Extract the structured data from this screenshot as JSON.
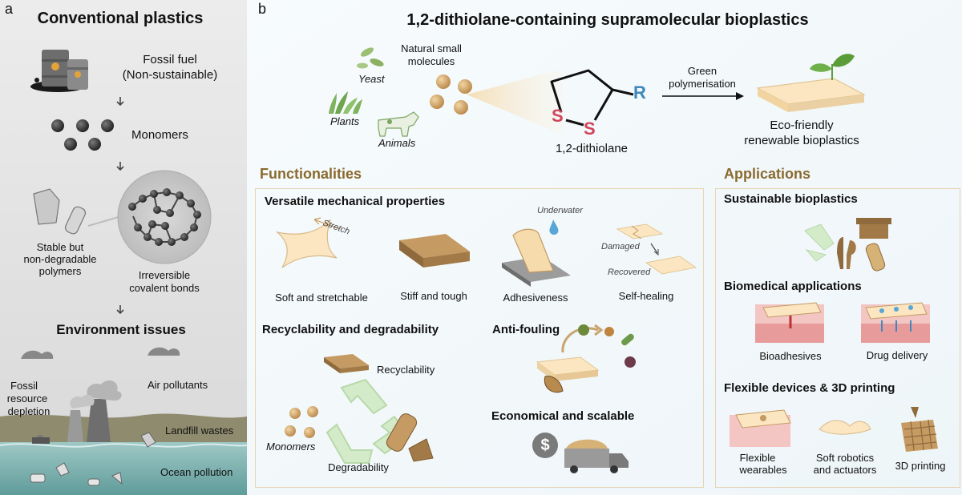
{
  "panel_a": {
    "letter": "a",
    "title": "Conventional plastics",
    "fossil_fuel": "Fossil fuel",
    "fossil_fuel_note": "(Non-sustainable)",
    "monomers": "Monomers",
    "stable_line1": "Stable but",
    "stable_line2": "non-degradable",
    "stable_line3": "polymers",
    "bonds_line1": "Irreversible",
    "bonds_line2": "covalent bonds",
    "env_title": "Environment issues",
    "fossil_res_line1": "Fossil",
    "fossil_res_line2": "resource",
    "fossil_res_line3": "depletion",
    "air": "Air pollutants",
    "landfill": "Landfill wastes",
    "ocean": "Ocean pollution"
  },
  "panel_b": {
    "letter": "b",
    "title": "1,2-dithiolane-containing supramolecular bioplastics",
    "yeast": "Yeast",
    "plants": "Plants",
    "animals": "Animals",
    "natural_line1": "Natural small",
    "natural_line2": "molecules",
    "s1": "S",
    "s2": "S",
    "r_group": "R",
    "dithiolane": "1,2-dithiolane",
    "green_line1": "Green",
    "green_line2": "polymerisation",
    "eco_line1": "Eco-friendly",
    "eco_line2": "renewable bioplastics",
    "functionalities_header": "Functionalities",
    "mech_title": "Versatile mechanical properties",
    "stretch": "Stretch",
    "soft": "Soft and stretchable",
    "stiff": "Stiff and tough",
    "underwater": "Underwater",
    "adhesiveness": "Adhesiveness",
    "damaged": "Damaged",
    "recovered": "Recovered",
    "self_healing": "Self-healing",
    "recyc_title": "Recyclability and degradability",
    "recyclability": "Recyclability",
    "monomers": "Monomers",
    "degradability": "Degradability",
    "antifouling": "Anti-fouling",
    "economical": "Economical and scalable",
    "dollar": "$",
    "applications_header": "Applications",
    "sustainable": "Sustainable bioplastics",
    "biomedical": "Biomedical applications",
    "bioadhesives": "Bioadhesives",
    "drug_delivery": "Drug delivery",
    "flexible_title": "Flexible devices & 3D printing",
    "wearables_line1": "Flexible",
    "wearables_line2": "wearables",
    "robotics_line1": "Soft robotics",
    "robotics_line2": "and actuators",
    "printing": "3D printing"
  }
}
